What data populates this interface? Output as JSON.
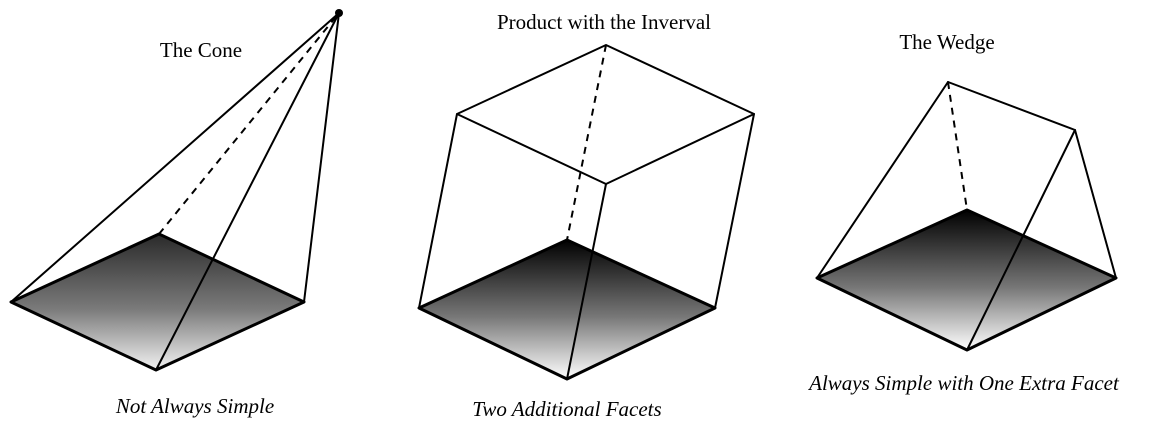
{
  "figures": [
    {
      "title": "The Cone",
      "caption": "Not Always Simple"
    },
    {
      "title": "Product with the Inverval",
      "caption": "Two Additional Facets"
    },
    {
      "title": "The Wedge",
      "caption": "Always Simple with One Extra Facet"
    }
  ],
  "colors": {
    "line": "#000000",
    "gradient_dark": "#000000",
    "gradient_mid": "#7a7a7a",
    "gradient_light": "#ffffff"
  }
}
